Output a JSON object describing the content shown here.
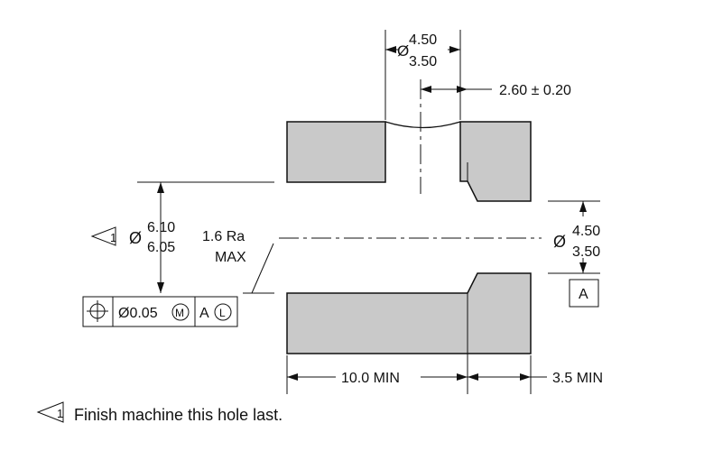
{
  "colors": {
    "material": "#c9c9c9",
    "line": "#111111",
    "background": "#ffffff"
  },
  "dims": {
    "top_hole": {
      "symbol": "Ø",
      "upper": "4.50",
      "lower": "3.50"
    },
    "offset": "2.60 ± 0.20",
    "left_bore": {
      "symbol": "Ø",
      "upper": "6.10",
      "lower": "6.05",
      "flag_number": "1"
    },
    "surface_finish": {
      "line1": "1.6 Ra",
      "line2": "MAX"
    },
    "right_bore": {
      "symbol": "Ø",
      "upper": "4.50",
      "lower": "3.50"
    },
    "datum": "A",
    "length_left": "10.0 MIN",
    "length_right": "3.5 MIN"
  },
  "fcf": {
    "characteristic_icon": "position-icon",
    "tolerance": "Ø0.05",
    "modifier": "M",
    "datum_ref": "A",
    "datum_modifier": "L"
  },
  "note": {
    "flag_number": "1",
    "text": "Finish machine this hole last."
  }
}
